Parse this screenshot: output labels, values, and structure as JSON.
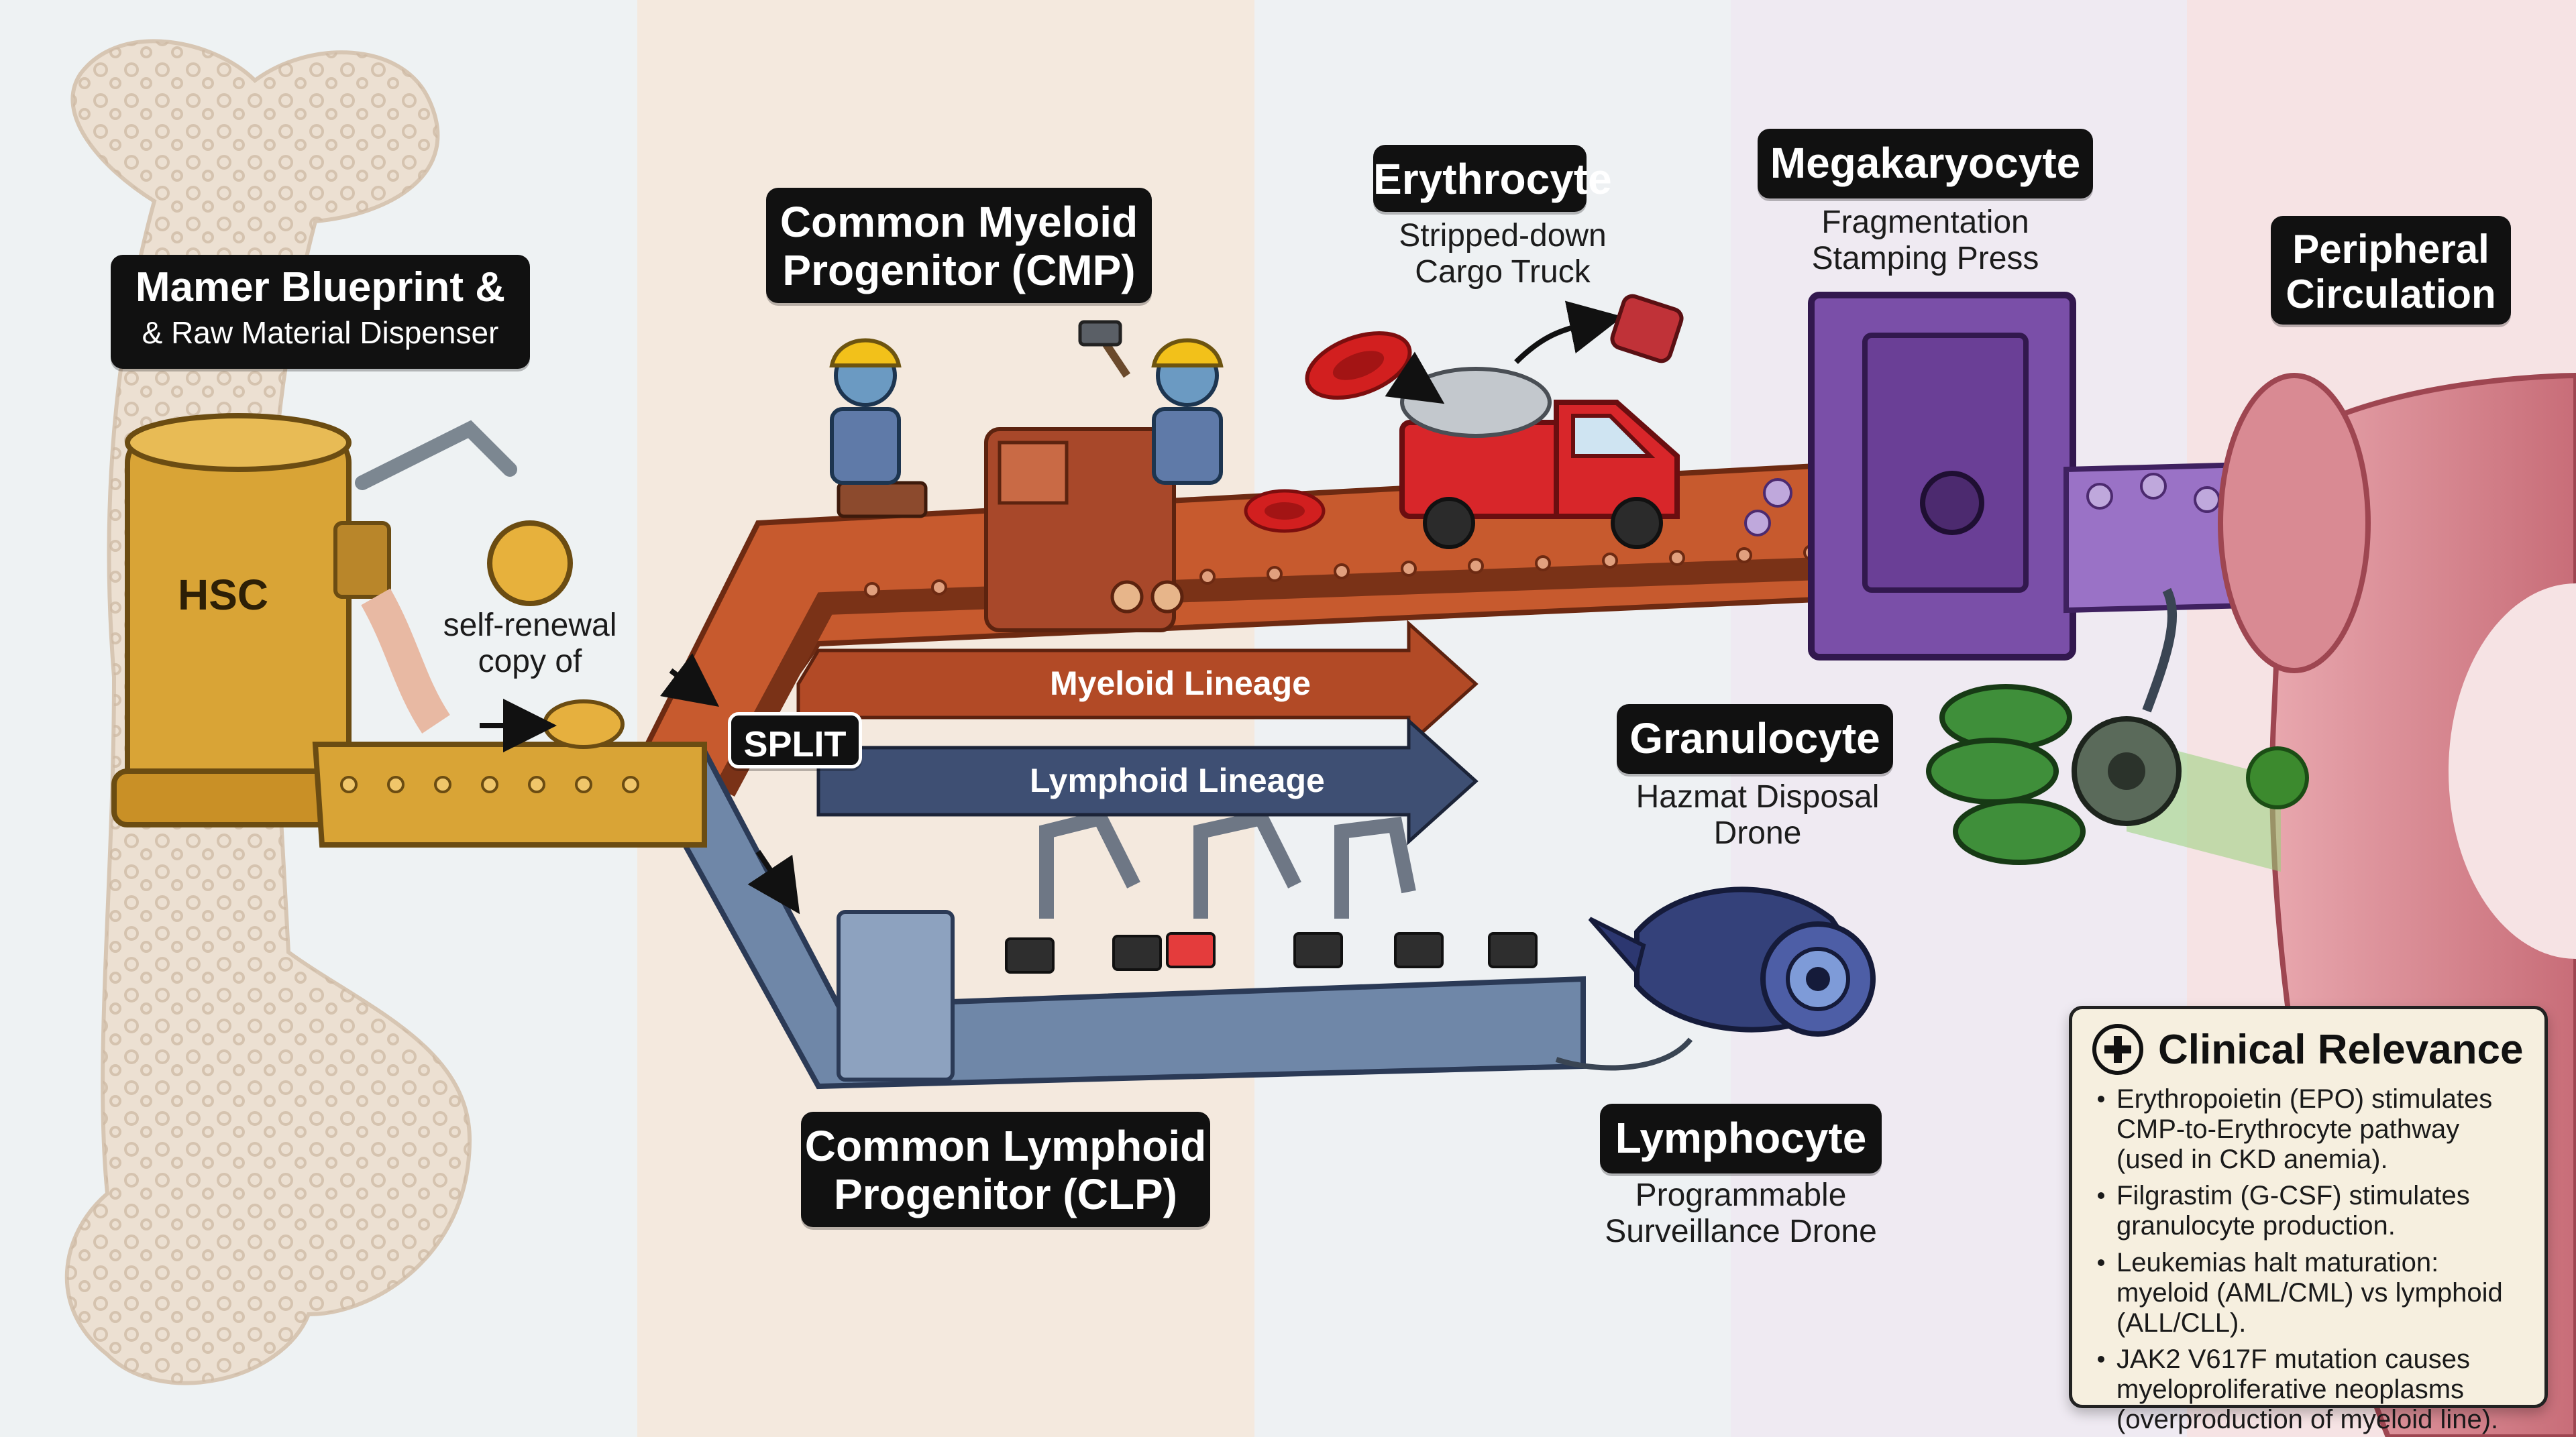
{
  "hsc": {
    "title_line1": "Mamer Blueprint &",
    "title_line2": "& Raw Material Dispenser",
    "machine_label": "HSC",
    "renewal_line1": "self-renewal",
    "renewal_line2": "copy of"
  },
  "cmp": {
    "line1": "Common Myeloid",
    "line2": "Progenitor (CMP)"
  },
  "erythrocyte": {
    "title": "Erythrocyte",
    "desc_line1": "Stripped-down",
    "desc_line2": "Cargo Truck"
  },
  "megakaryocyte": {
    "title": "Megakaryocyte",
    "desc_line1": "Fragmentation",
    "desc_line2": "Stamping Press"
  },
  "peripheral": {
    "line1": "Peripheral",
    "line2": "Circulation"
  },
  "split": {
    "label": "SPLIT"
  },
  "lineages": {
    "myeloid": "Myeloid Lineage",
    "lymphoid": "Lymphoid Lineage"
  },
  "granulocyte": {
    "title": "Granulocyte",
    "desc_line1": "Hazmat Disposal",
    "desc_line2": "Drone"
  },
  "clp": {
    "line1": "Common Lymphoid",
    "line2": "Progenitor (CLP)"
  },
  "lymphocyte": {
    "title": "Lymphocyte",
    "desc_line1": "Programmable",
    "desc_line2": "Surveillance Drone"
  },
  "clinical": {
    "title": "Clinical Relevance",
    "items": [
      "Erythropoietin (EPO) stimulates CMP-to-Erythrocyte pathway (used in CKD anemia).",
      "Filgrastim (G-CSF) stimulates granulocyte production.",
      "Leukemias halt maturation: myeloid (AML/CML) vs lymphoid (ALL/CLL).",
      "JAK2 V617F mutation causes myeloproliferative neoplasms (overproduction of myeloid line)."
    ]
  },
  "colors": {
    "myeloid": "#b24a26",
    "lymphoid": "#3e4f73",
    "hsc_gold": "#d9a436",
    "megakaryocyte_purple": "#7a4fa8",
    "vessel_pink": "#e39aa3",
    "granulocyte_green": "#3f8f3a"
  }
}
